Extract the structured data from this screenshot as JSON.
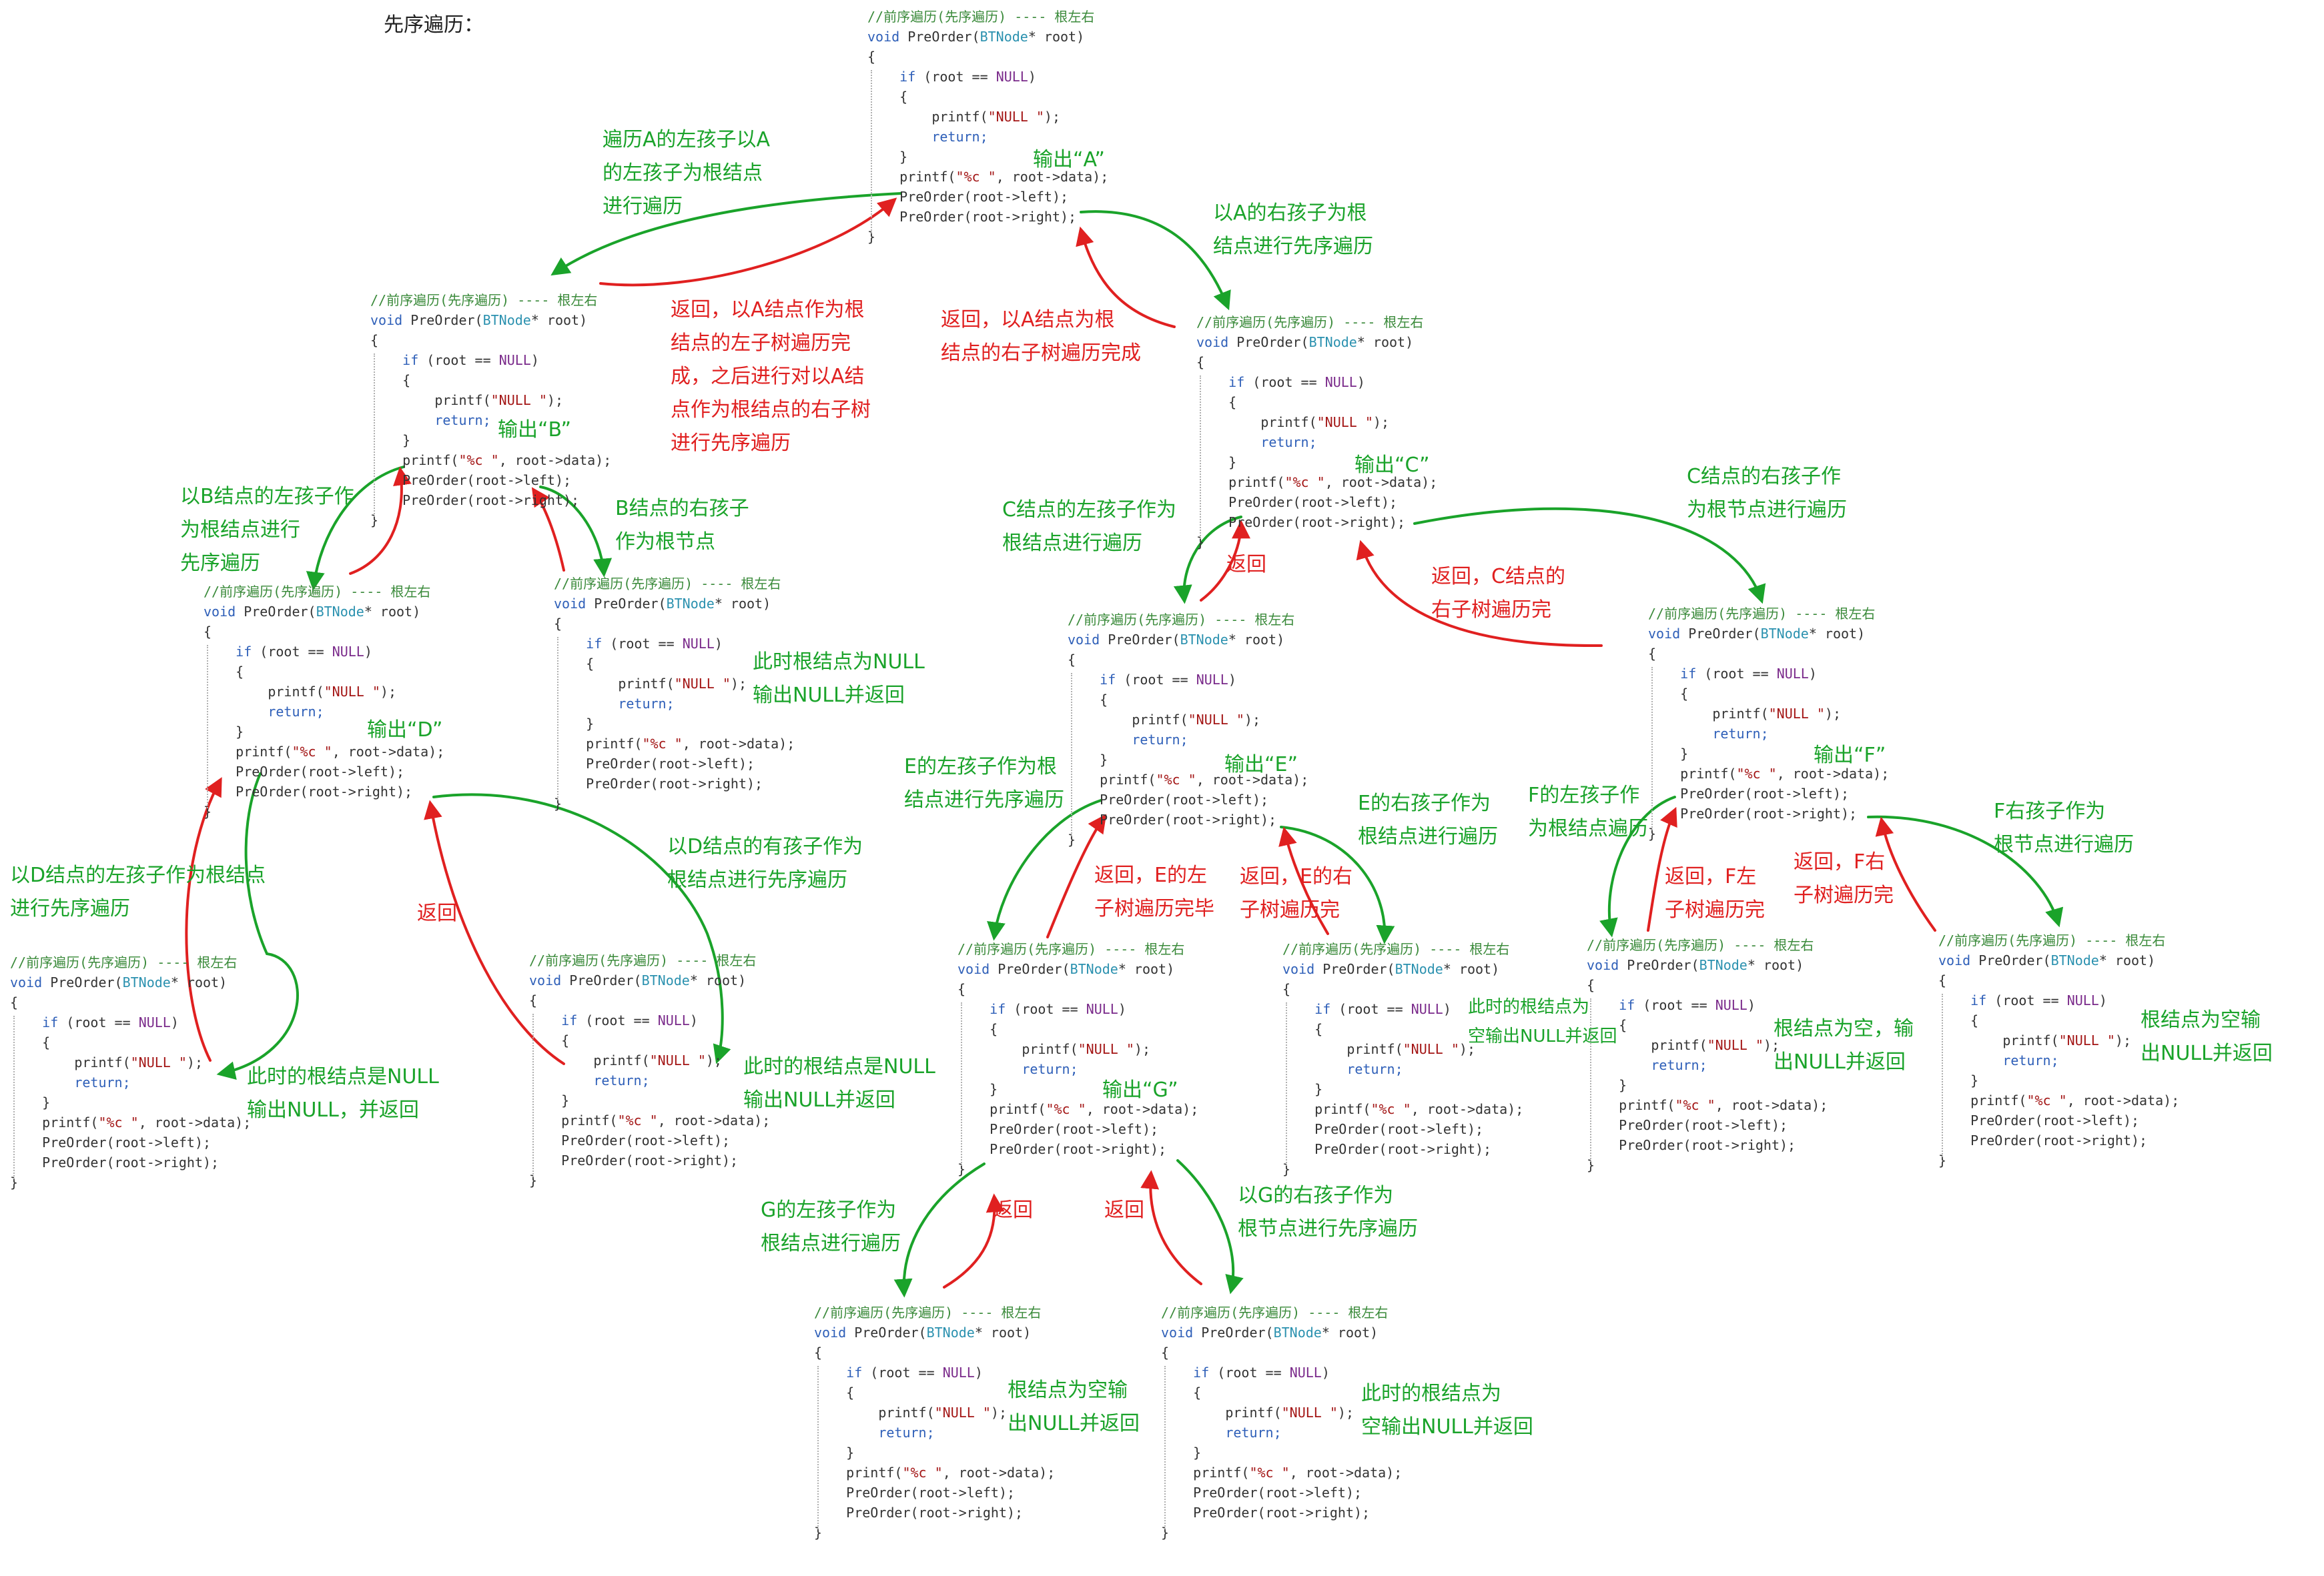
{
  "title": "先序遍历：",
  "code_template": {
    "comment": "//前序遍历(先序遍历) ---- 根左右",
    "signature_kw": "void",
    "signature_name": "PreOrder(",
    "signature_type": "BTNode",
    "signature_rest": "* root)",
    "brace_open": "{",
    "if_kw": "if",
    "if_cond": " (root == ",
    "null_kw": "NULL",
    "if_close": ")",
    "inner_open": "{",
    "printf_null_pre": "printf(",
    "printf_null_str": "\"NULL \"",
    "printf_null_post": ");",
    "return_kw": "return;",
    "inner_close": "}",
    "printf_data_pre": "printf(",
    "printf_data_str": "\"%c \"",
    "printf_data_post": ", root->data);",
    "left_call": "PreOrder(root->left);",
    "right_call": "PreOrder(root->right);",
    "brace_close": "}"
  },
  "nodes": {
    "A": {
      "output": "输出“A”"
    },
    "B": {
      "output": "输出“B”"
    },
    "C": {
      "output": "输出“C”"
    },
    "D": {
      "output": "输出“D”"
    },
    "E": {
      "output": "输出“E”"
    },
    "F": {
      "output": "输出“F”"
    },
    "G": {
      "output": "输出“G”"
    }
  },
  "annotations": {
    "a_left": "遍历A的左孩子以A\n的左孩子为根结点\n进行遍历",
    "a_right": "以A的右孩子为根\n结点进行先序遍历",
    "a_left_done": "返回，以A结点作为根\n结点的左子树遍历完\n成，之后进行对以A结\n点作为根结点的右子树\n进行先序遍历",
    "a_right_done": "返回，以A结点为根\n结点的右子树遍历完成",
    "b_left": "以B结点的左孩子作\n为根结点进行\n先序遍历",
    "b_right": "B结点的右孩子\n作为根节点",
    "b_right_null": "此时根结点为NULL\n输出NULL并返回",
    "c_left": "C结点的左孩子作为\n根结点进行遍历",
    "c_left_back": "返回",
    "c_right": "C结点的右孩子作\n为根节点进行遍历",
    "c_right_done": "返回，C结点的\n右子树遍历完",
    "d_left": "以D结点的左孩子作为根结点\n进行先序遍历",
    "d_right": "以D结点的有孩子作为\n根结点进行先序遍历",
    "d_back": "返回",
    "d_left_null": "此时的根结点是NULL\n输出NULL，并返回",
    "d_right_null": "此时的根结点是NULL\n输出NULL并返回",
    "e_left": "E的左孩子作为根\n结点进行先序遍历",
    "e_left_done": "返回，E的左\n子树遍历完毕",
    "e_right": "E的右孩子作为\n根结点进行遍历",
    "e_right_done": "返回，E的右\n子树遍历完",
    "e_right_null": "此时的根结点为\n空输出NULL并返回",
    "f_left": "F的左孩子作\n为根结点遍历",
    "f_left_done": "返回，F左\n子树遍历完",
    "f_right": "F右孩子作为\n根节点进行遍历",
    "f_right_done": "返回，F右\n子树遍历完",
    "f_left_null": "根结点为空，输\n出NULL并返回",
    "f_right_null": "根结点为空输\n出NULL并返回",
    "g_left": "G的左孩子作为\n根结点进行遍历",
    "g_left_back": "返回",
    "g_right_back": "返回",
    "g_right": "以G的右孩子作为\n根节点进行先序遍历",
    "g_left_null": "根结点为空输\n出NULL并返回",
    "g_right_null": "此时的根结点为\n空输出NULL并返回"
  },
  "colors": {
    "forward": "#1aa32a",
    "return": "#e02020",
    "comment": "#3a8a3a",
    "keyword": "#2e5fb8"
  }
}
